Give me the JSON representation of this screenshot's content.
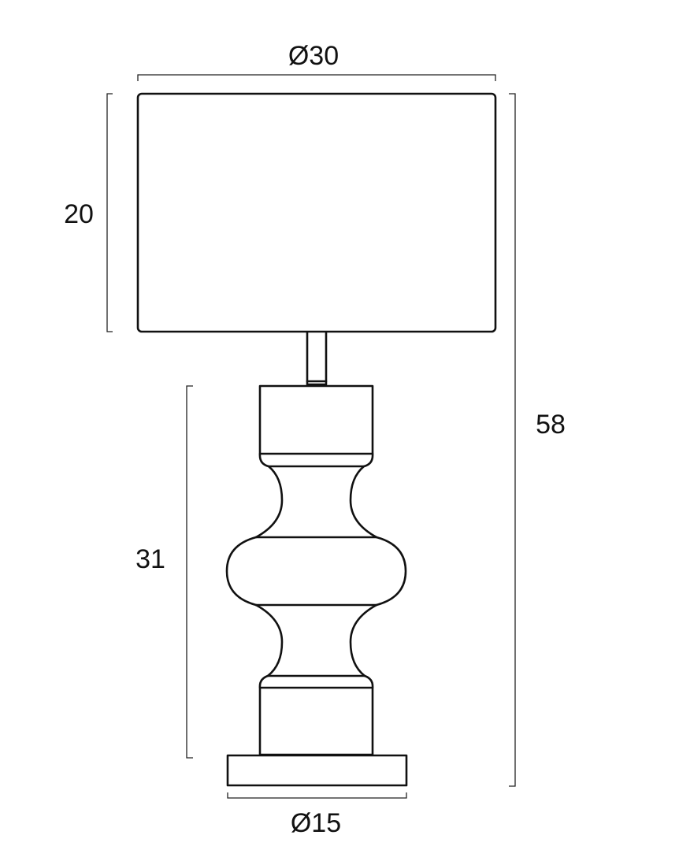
{
  "dimensions": {
    "shade_diameter": "Ø30",
    "shade_height": "20",
    "total_height": "58",
    "base_height": "31",
    "base_diameter": "Ø15"
  },
  "colors": {
    "line": "#111111",
    "background": "#ffffff"
  }
}
